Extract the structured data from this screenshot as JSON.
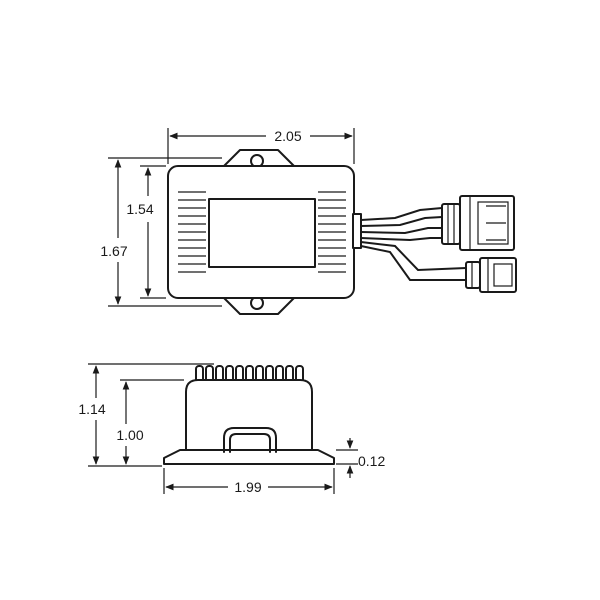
{
  "dimensions": {
    "top_width": "2.05",
    "top_inner_height": "1.54",
    "top_outer_height": "1.67",
    "side_total_height": "1.14",
    "side_body_height": "1.00",
    "flange_thickness": "0.12",
    "side_width": "1.99"
  },
  "colors": {
    "line": "#1a1a1a",
    "background": "#ffffff"
  }
}
